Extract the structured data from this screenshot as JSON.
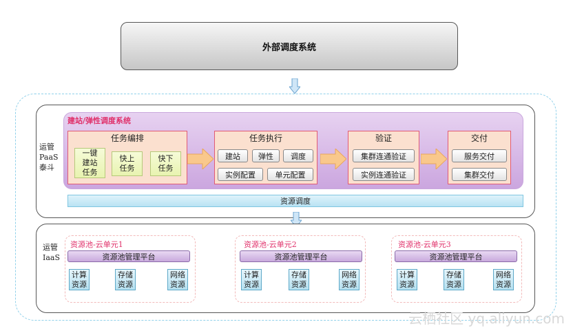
{
  "external_system": "外部调度系统",
  "paas": {
    "side_label": [
      "运管",
      "PaaS",
      "泰斗"
    ],
    "group_title": "建站/弹性调度系统",
    "stages": [
      {
        "title": "任务编排",
        "notes": [
          "一键\n建站\n任务",
          "快上\n任务",
          "快下\n任务"
        ]
      },
      {
        "title": "任务执行",
        "buttons": [
          "建站",
          "弹性",
          "调度",
          "实例配置",
          "单元配置"
        ]
      },
      {
        "title": "验证",
        "buttons": [
          "集群连通验证",
          "实例连通验证"
        ]
      },
      {
        "title": "交付",
        "buttons": [
          "服务交付",
          "集群交付"
        ]
      }
    ],
    "scheduler": "资源调度"
  },
  "iaas": {
    "side_label": [
      "运管",
      "IaaS"
    ],
    "pools": [
      {
        "title": "资源池-云单元1",
        "manager": "资源池管理平台",
        "resources": [
          "计算\n资源",
          "存储\n资源",
          "网络\n资源"
        ]
      },
      {
        "title": "资源池-云单元2",
        "manager": "资源池管理平台",
        "resources": [
          "计算\n资源",
          "存储\n资源",
          "网络\n资源"
        ]
      },
      {
        "title": "资源池-云单元3",
        "manager": "资源池管理平台",
        "resources": [
          "计算\n资源",
          "存储\n资源",
          "网络\n资源"
        ]
      }
    ]
  },
  "watermark": "云栖社区 yq.aliyun.com",
  "colors": {
    "accent_pink": "#e0306a",
    "arrow_blue": "#8fc4e8",
    "arrow_orange": "#f7b870"
  }
}
